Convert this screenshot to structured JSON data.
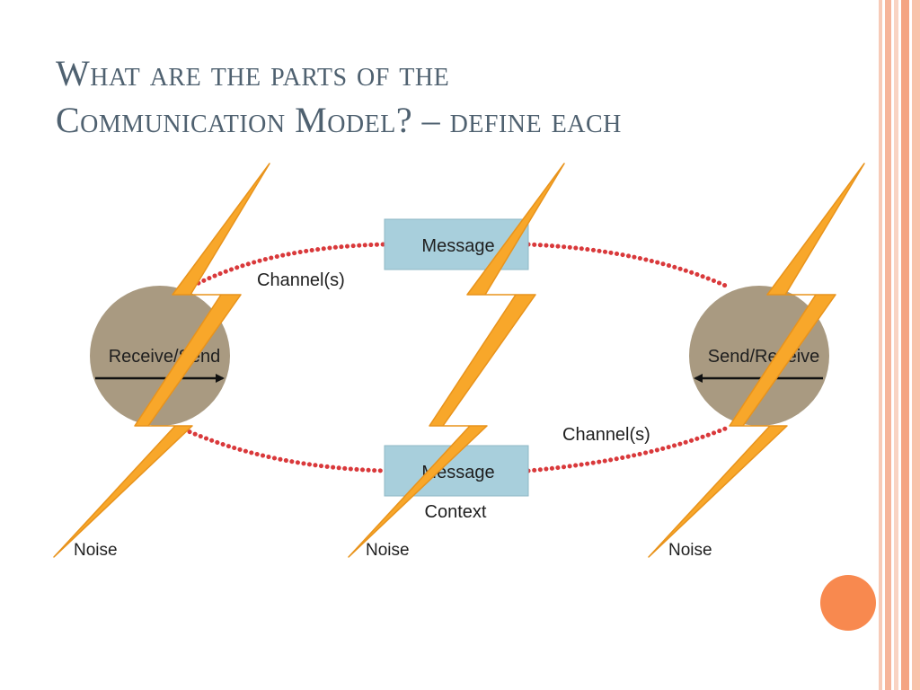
{
  "slide": {
    "title_line1": "What are the parts of the",
    "title_line2": "Communication Model? – define each"
  },
  "diagram": {
    "left_participant": "Receive/Send",
    "right_participant": "Send/Receive",
    "message_top": "Message",
    "message_bottom": "Message",
    "channel_top": "Channel(s)",
    "channel_bottom": "Channel(s)",
    "context": "Context",
    "noise_left": "Noise",
    "noise_center": "Noise",
    "noise_right": "Noise"
  },
  "colors": {
    "circle": "#a99a81",
    "message_box": "#a8cfdc",
    "dots": "#d9393b",
    "lightning": "#f8a72a",
    "accent_orb": "#f8894f",
    "title": "#4f6170"
  }
}
